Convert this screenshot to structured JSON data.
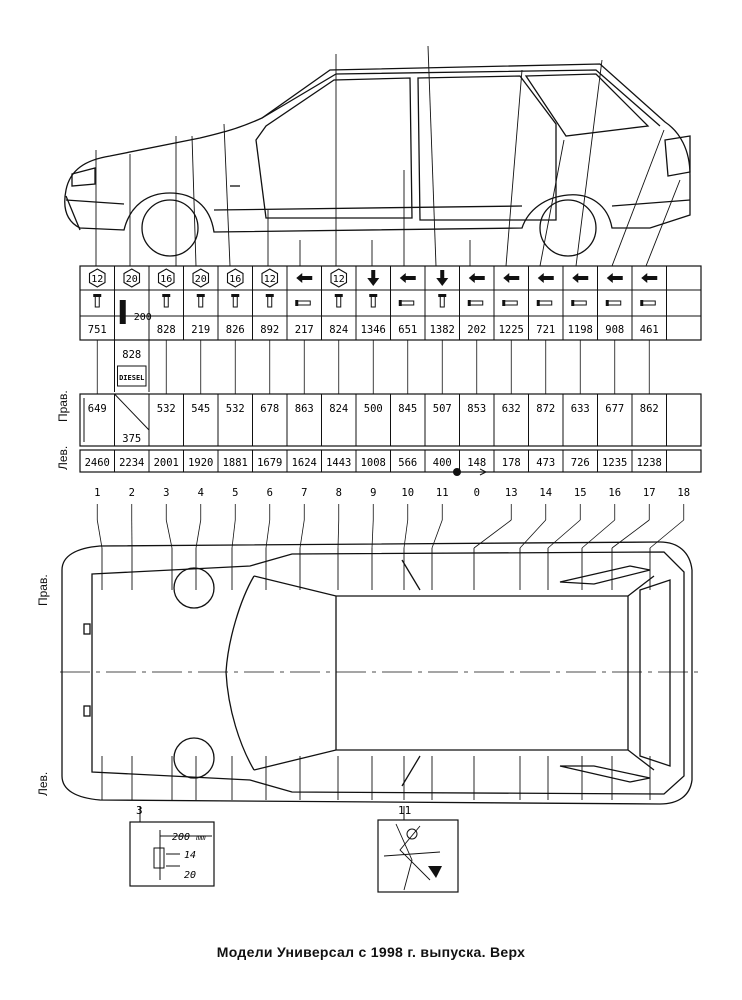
{
  "caption": "Модели Универсал с 1998 г. выпуска. Верх",
  "side_labels": {
    "right": "Прав.",
    "left": "Лев."
  },
  "icons_row": [
    "hex-12",
    "hex-20",
    "hex-16",
    "hex-20",
    "hex-16",
    "hex-12",
    "arrow-left",
    "hex-12",
    "arrow-down",
    "arrow-left",
    "arrow-down",
    "arrow-left",
    "arrow-left",
    "arrow-left",
    "arrow-left",
    "arrow-left",
    "arrow-left",
    ""
  ],
  "icon_numbers": [
    "12",
    "20",
    "16",
    "20",
    "16",
    "12",
    "",
    "12",
    "",
    "",
    "",
    "",
    "",
    "",
    "",
    "",
    "",
    ""
  ],
  "top_values": [
    "751",
    "",
    "828",
    "219",
    "826",
    "892",
    "217",
    "824",
    "1346",
    "651",
    "1382",
    "202",
    "1225",
    "721",
    "1198",
    "908",
    "461",
    ""
  ],
  "special_col2": {
    "bolt_length": "200",
    "value": "828",
    "tag": "DIESEL"
  },
  "right_values": [
    "649",
    "",
    "532",
    "545",
    "532",
    "678",
    "863",
    "824",
    "500",
    "845",
    "507",
    "853",
    "632",
    "872",
    "633",
    "677",
    "862",
    ""
  ],
  "left_value_col2": "375",
  "bottom_values": [
    "2460",
    "2234",
    "2001",
    "1920",
    "1881",
    "1679",
    "1624",
    "1443",
    "1008",
    "566",
    "400",
    "148",
    "178",
    "473",
    "726",
    "1235",
    "1238",
    ""
  ],
  "point_numbers": [
    "1",
    "2",
    "3",
    "4",
    "5",
    "6",
    "7",
    "8",
    "9",
    "10",
    "11",
    "0",
    "13",
    "14",
    "15",
    "16",
    "17",
    "18"
  ],
  "detail3": {
    "label": "3",
    "dim1": "200",
    "unit": "mm",
    "dim2": "14",
    "dim3": "20"
  },
  "detail11": {
    "label": "11"
  }
}
